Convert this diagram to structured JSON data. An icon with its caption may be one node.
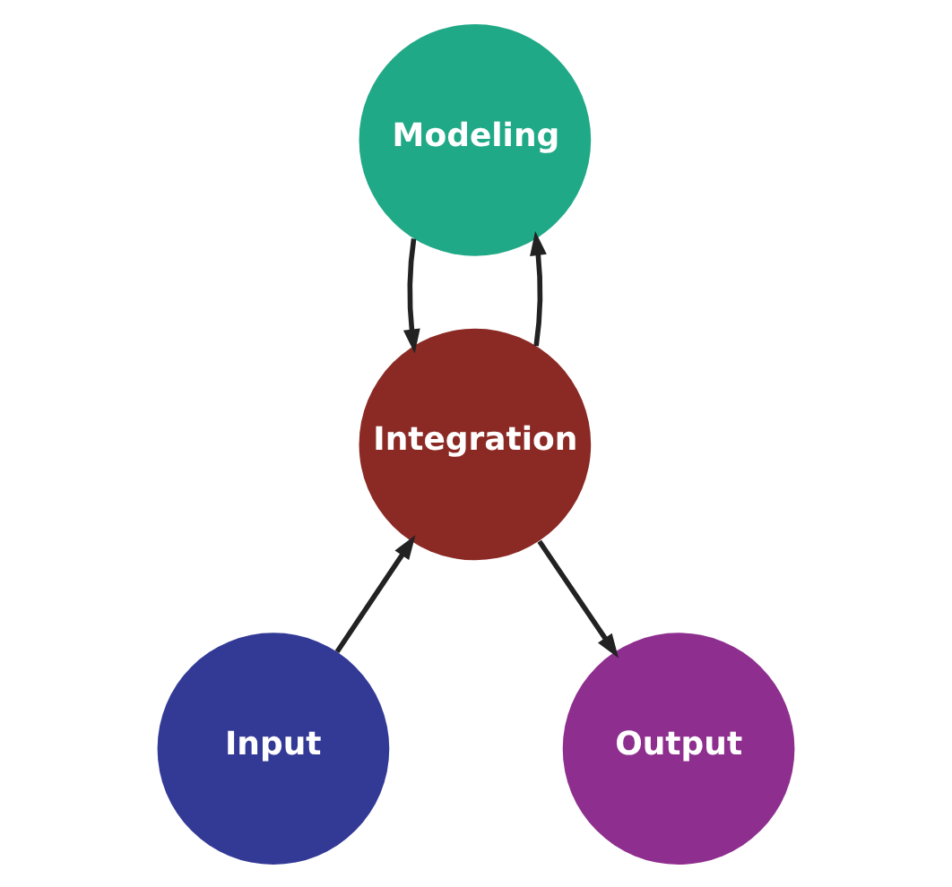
{
  "diagram": {
    "nodes": [
      {
        "text": [
          "Modeling"
        ]
      },
      {
        "text": [
          "Integration"
        ]
      },
      {
        "text": [
          "Input"
        ]
      },
      {
        "text": [
          "Output"
        ]
      }
    ],
    "edges": [
      {
        "from": 0,
        "to": 1,
        "arrow": "to"
      },
      {
        "from": 1,
        "to": 0,
        "arrow": "to"
      },
      {
        "from": 2,
        "to": 1,
        "arrow": "to"
      },
      {
        "from": 1,
        "to": 3,
        "arrow": "to"
      }
    ]
  }
}
